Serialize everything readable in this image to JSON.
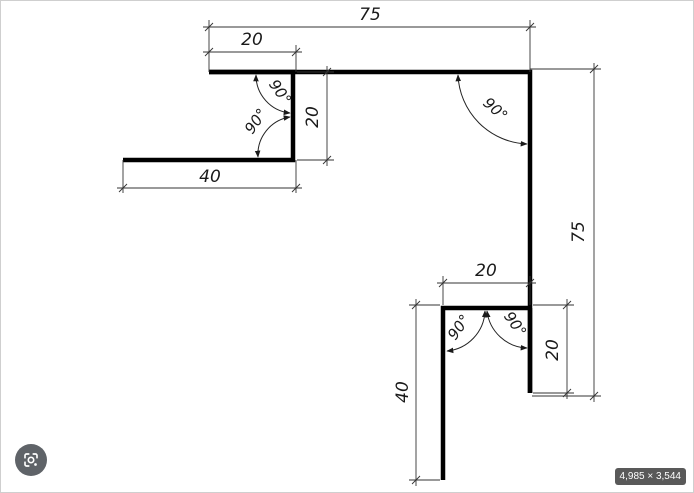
{
  "dimensions": {
    "top_overall": "75",
    "top_flange": "20",
    "left_drop": "20",
    "bottom_left_leg": "40",
    "right_overall": "75",
    "lower_flange": "20",
    "lower_drop": "20",
    "lower_leg": "40"
  },
  "angles": {
    "upper_left_a": "90°",
    "upper_left_b": "90°",
    "corner": "90°",
    "lower_left": "90°",
    "lower_right": "90°"
  },
  "image_info": {
    "size": "4,985 × 3,544"
  },
  "icons": {
    "lens": "google-lens-icon"
  },
  "colors": {
    "profile": "#000000",
    "dimension": "#333333"
  }
}
